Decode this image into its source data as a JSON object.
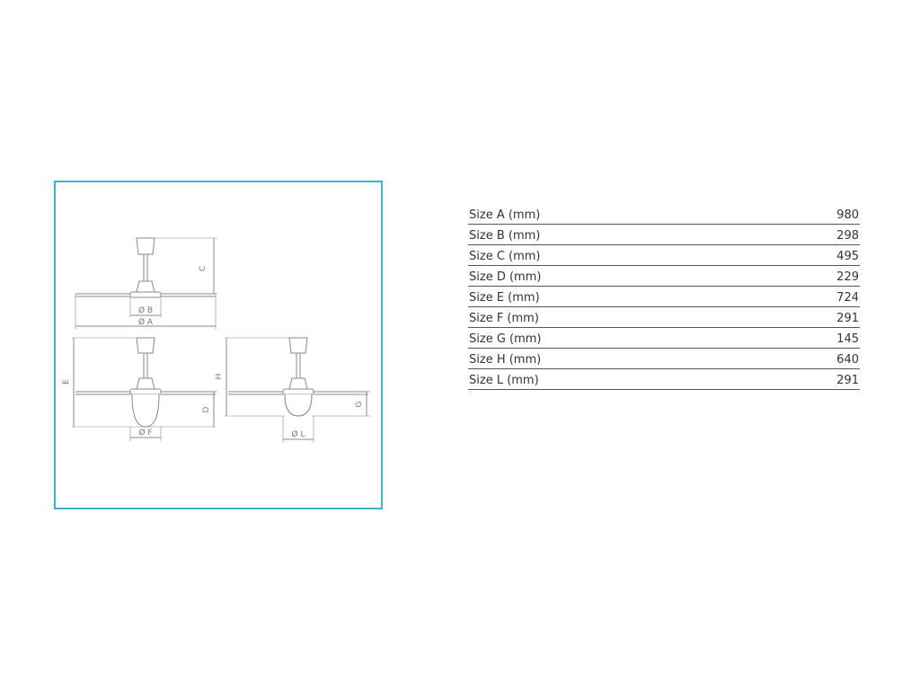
{
  "diagram": {
    "labels": {
      "a": "Ø A",
      "b": "Ø B",
      "c": "C",
      "d": "D",
      "e": "E",
      "f": "Ø F",
      "g": "G",
      "h": "H",
      "l": "Ø L"
    },
    "frame_color": "#3bb3d6",
    "line_color": "#888888"
  },
  "specs": {
    "rows": [
      {
        "label": "Size A (mm)",
        "value": "980"
      },
      {
        "label": "Size B (mm)",
        "value": "298"
      },
      {
        "label": "Size C (mm)",
        "value": "495"
      },
      {
        "label": "Size D (mm)",
        "value": "229"
      },
      {
        "label": "Size E (mm)",
        "value": "724"
      },
      {
        "label": "Size F (mm)",
        "value": "291"
      },
      {
        "label": "Size G (mm)",
        "value": "145"
      },
      {
        "label": "Size H (mm)",
        "value": "640"
      },
      {
        "label": "Size L (mm)",
        "value": "291"
      }
    ]
  }
}
